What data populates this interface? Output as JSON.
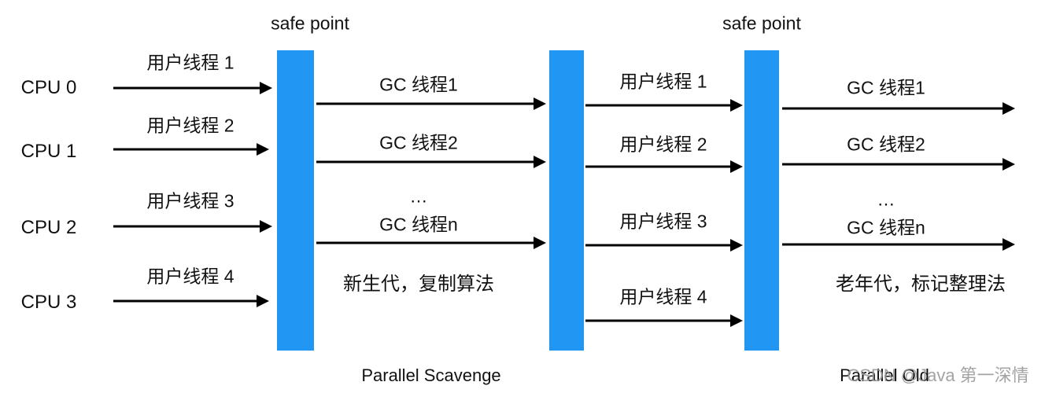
{
  "colors": {
    "bar": "#2196F3",
    "arrow": "#000000",
    "text": "#111111",
    "watermark": "#9a9a9a"
  },
  "safe_points": [
    "safe point",
    "safe point"
  ],
  "cpus": [
    "CPU 0",
    "CPU 1",
    "CPU 2",
    "CPU 3"
  ],
  "phase1": {
    "threads": [
      "用户线程 1",
      "用户线程 2",
      "用户线程 3",
      "用户线程 4"
    ]
  },
  "phase2": {
    "gc": [
      "GC 线程1",
      "GC 线程2",
      "…",
      "GC 线程n"
    ],
    "note": "新生代，复制算法",
    "collector": "Parallel Scavenge"
  },
  "phase3": {
    "threads": [
      "用户线程 1",
      "用户线程 2",
      "用户线程 3",
      "用户线程 4"
    ]
  },
  "phase4": {
    "gc": [
      "GC 线程1",
      "GC 线程2",
      "…",
      "GC 线程n"
    ],
    "note": "老年代，标记整理法",
    "collector": "Parallel Old"
  },
  "watermark": "CSDN @Java 第一深情"
}
